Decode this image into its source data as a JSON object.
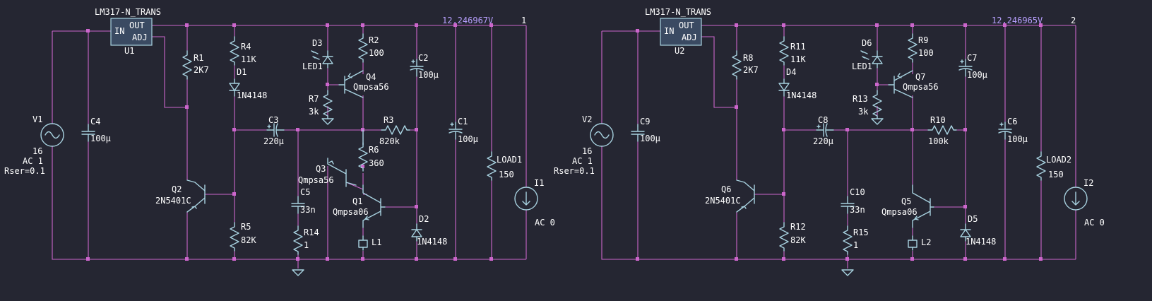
{
  "colors": {
    "background": "#252632",
    "wire": "#cc66cc",
    "component": "#a8d2e0",
    "text": "#ffffff",
    "node_label": "#b8a0ff"
  },
  "circuit1": {
    "u1": {
      "type": "LM317-N_TRANS",
      "ref": "U1",
      "pin_in": "IN",
      "pin_out": "OUT",
      "pin_adj": "ADJ"
    },
    "node_voltage": "12.246967V",
    "node_number": "1",
    "v1": {
      "ref": "V1",
      "value": "16",
      "ac": "AC 1",
      "rser": "Rser=0.1"
    },
    "c4": {
      "ref": "C4",
      "value": "100µ"
    },
    "r1": {
      "ref": "R1",
      "value": "2K7"
    },
    "r4": {
      "ref": "R4",
      "value": "11K"
    },
    "d1": {
      "ref": "D1",
      "value": "1N4148"
    },
    "q2": {
      "ref": "Q2",
      "value": "2N5401C"
    },
    "r5": {
      "ref": "R5",
      "value": "82K"
    },
    "c3": {
      "ref": "C3",
      "value": "220µ"
    },
    "d3": {
      "ref": "D3",
      "value": "LED1"
    },
    "r7": {
      "ref": "R7",
      "value": "3k"
    },
    "r2": {
      "ref": "R2",
      "value": "100"
    },
    "q4": {
      "ref": "Q4",
      "value": "Qmpsa56"
    },
    "r3": {
      "ref": "R3",
      "value": "820k"
    },
    "q3": {
      "ref": "Q3",
      "value": "Qmpsa56"
    },
    "r6": {
      "ref": "R6",
      "value": "360"
    },
    "c5": {
      "ref": "C5",
      "value": "33n"
    },
    "r14": {
      "ref": "R14",
      "value": "1"
    },
    "q1": {
      "ref": "Q1",
      "value": "Qmpsa06"
    },
    "l1": {
      "ref": "L1"
    },
    "c2": {
      "ref": "C2",
      "value": "100µ"
    },
    "d2": {
      "ref": "D2",
      "value": "1N4148"
    },
    "c1": {
      "ref": "C1",
      "value": "100µ"
    },
    "load": {
      "ref": "LOAD1",
      "value": "150"
    },
    "i": {
      "ref": "I1",
      "value": "AC 0"
    }
  },
  "circuit2": {
    "u1": {
      "type": "LM317-N_TRANS",
      "ref": "U2",
      "pin_in": "IN",
      "pin_out": "OUT",
      "pin_adj": "ADJ"
    },
    "node_voltage": "12.246965V",
    "node_number": "2",
    "v1": {
      "ref": "V2",
      "value": "16",
      "ac": "AC 1",
      "rser": "Rser=0.1"
    },
    "c4": {
      "ref": "C9",
      "value": "100µ"
    },
    "r1": {
      "ref": "R8",
      "value": "2K7"
    },
    "r4": {
      "ref": "R11",
      "value": "11K"
    },
    "d1": {
      "ref": "D4",
      "value": "1N4148"
    },
    "q2": {
      "ref": "Q6",
      "value": "2N5401C"
    },
    "r5": {
      "ref": "R12",
      "value": "82K"
    },
    "c3": {
      "ref": "C8",
      "value": "220µ"
    },
    "d3": {
      "ref": "D6",
      "value": "LED1"
    },
    "r7": {
      "ref": "R13",
      "value": "3k"
    },
    "r2": {
      "ref": "R9",
      "value": "100"
    },
    "q4": {
      "ref": "Q7",
      "value": "Qmpsa56"
    },
    "r3": {
      "ref": "R10",
      "value": "100k"
    },
    "q3": {
      "ref": "Q5",
      "value": "Qmpsa06"
    },
    "r6": {
      "ref": "",
      "value": ""
    },
    "c5": {
      "ref": "C10",
      "value": "33n"
    },
    "r14": {
      "ref": "R15",
      "value": "1"
    },
    "q1": {
      "ref": "",
      "value": ""
    },
    "l1": {
      "ref": "L2"
    },
    "c2": {
      "ref": "C7",
      "value": "100µ"
    },
    "d2": {
      "ref": "D5",
      "value": "1N4148"
    },
    "c1": {
      "ref": "C6",
      "value": "100µ"
    },
    "load": {
      "ref": "LOAD2",
      "value": "150"
    },
    "i": {
      "ref": "I2",
      "value": "AC 0"
    }
  }
}
